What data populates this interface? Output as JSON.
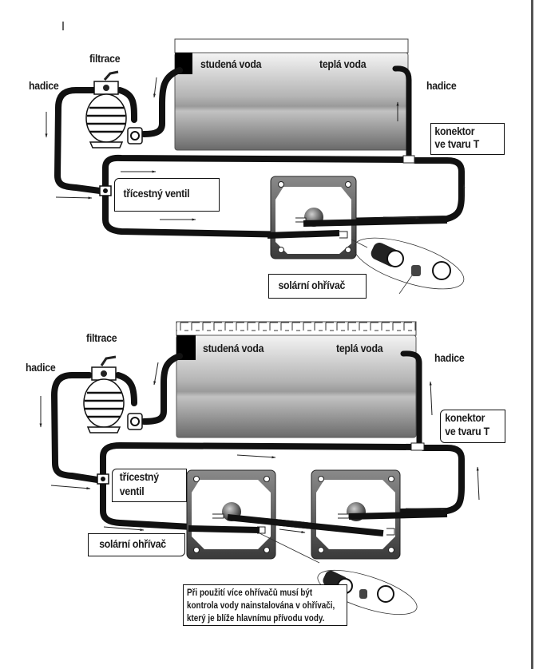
{
  "diagram_top": {
    "title": "Single solar heater connection",
    "labels": {
      "filter": "filtrace",
      "hose_left": "hadice",
      "hose_right": "hadice",
      "cold_water": "studená voda",
      "warm_water": "teplá voda",
      "t_connector_line1": "konektor",
      "t_connector_line2": "ve tvaru T",
      "three_way_valve": "třícestný ventil",
      "solar_heater": "solární ohřívač"
    },
    "heater_count": 1
  },
  "diagram_bottom": {
    "title": "Two solar heaters connection",
    "labels": {
      "filter": "filtrace",
      "hose_left": "hadice",
      "hose_right": "hadice",
      "cold_water": "studená voda",
      "warm_water": "teplá voda",
      "t_connector_line1": "konektor",
      "t_connector_line2": "ve tvaru T",
      "three_way_valve_line1": "třícestný",
      "three_way_valve_line2": "ventil",
      "solar_heater": "solární ohřívač"
    },
    "heater_count": 2,
    "note_lines": [
      "Při použití více ohřívačů musí být",
      "kontrola vody nainstalována v ohřívači,",
      "který je blíže hlavnímu přívodu vody."
    ]
  },
  "colors": {
    "hose": "#111111",
    "pool_top": "#f2f2f2",
    "pool_bottom": "#6e6e6e",
    "heater_frame": "#555555",
    "label_text": "#1a1a1a"
  }
}
